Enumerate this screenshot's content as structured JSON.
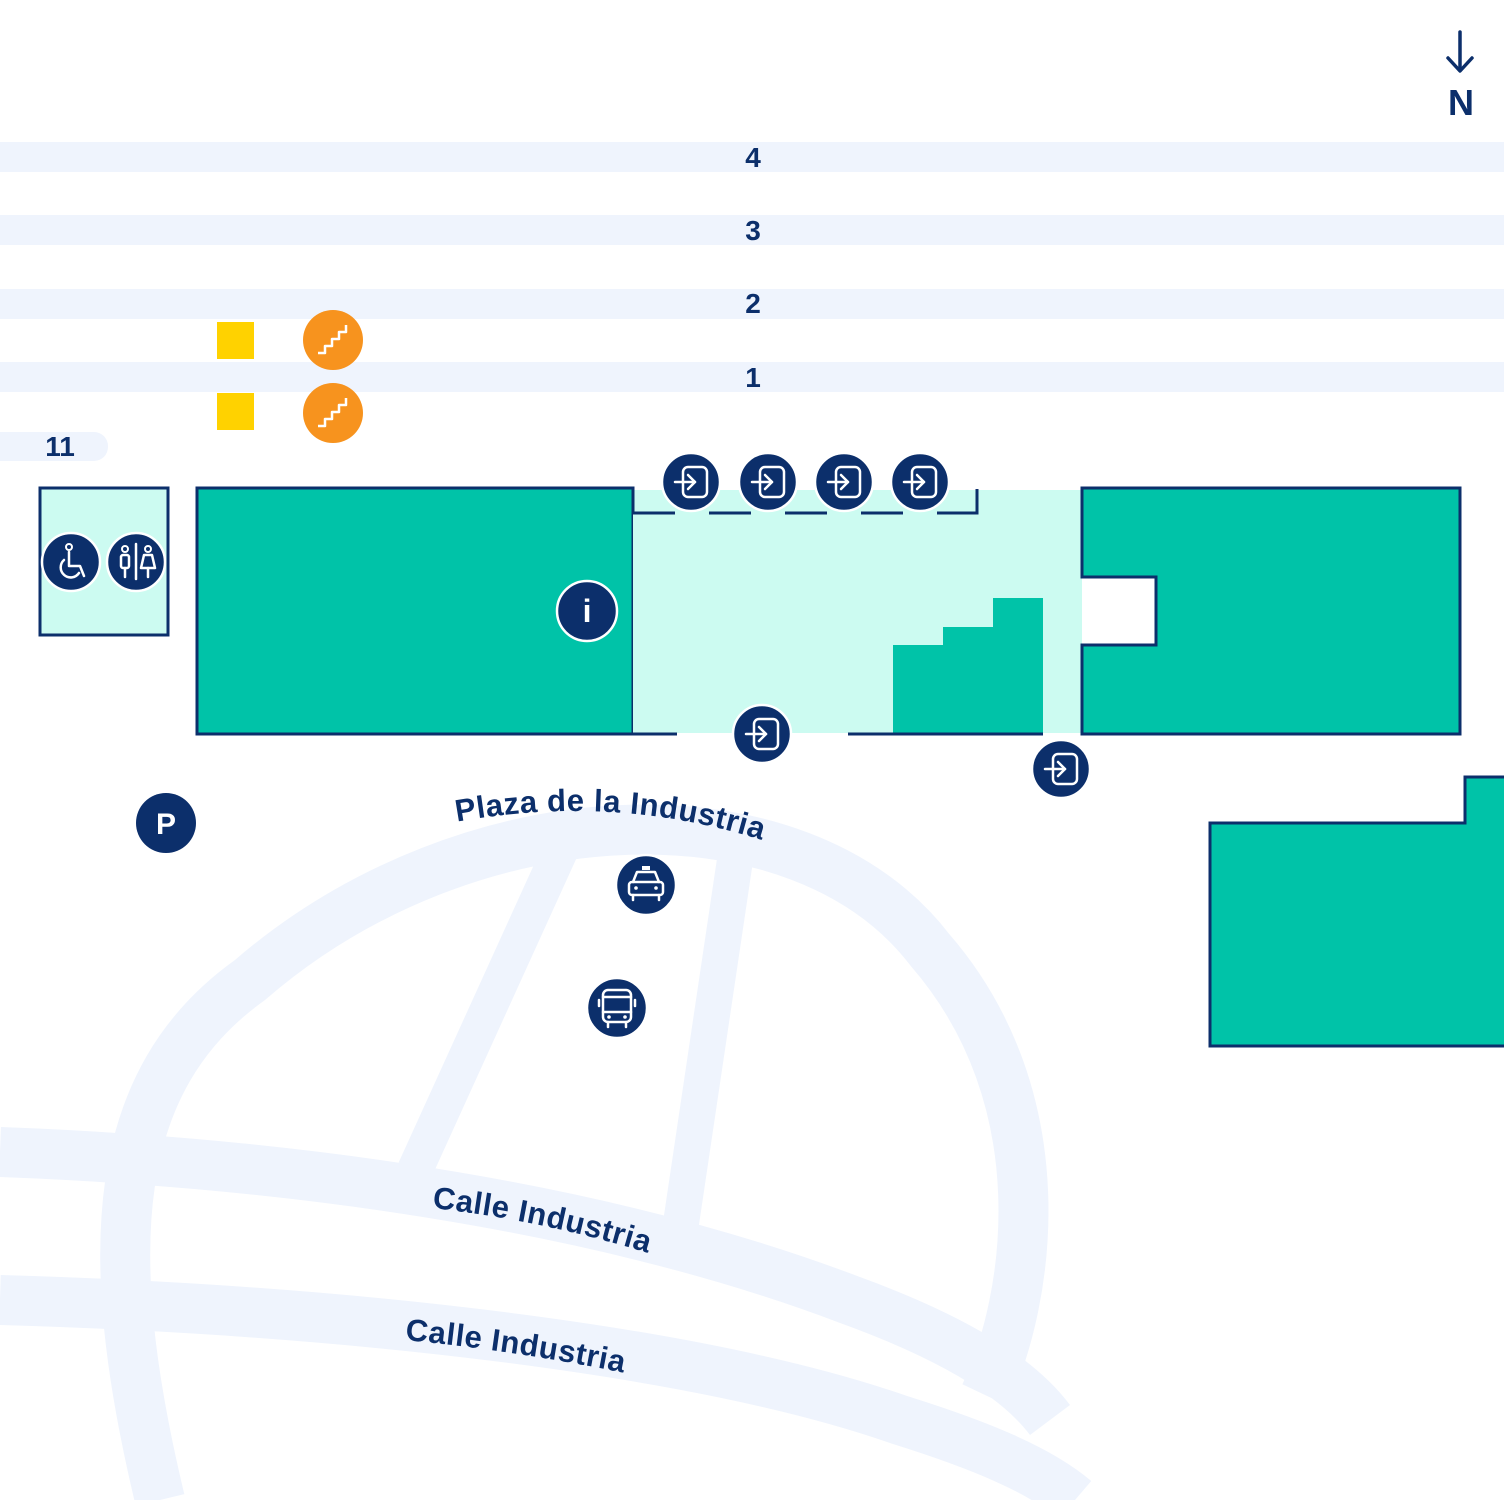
{
  "compass": {
    "label": "N"
  },
  "platforms": [
    {
      "number": "4"
    },
    {
      "number": "3"
    },
    {
      "number": "2"
    },
    {
      "number": "1"
    },
    {
      "number": "11"
    }
  ],
  "streets": {
    "plaza": "Plaza de la Industria",
    "calle_upper": "Calle Industria",
    "calle_lower": "Calle Industria"
  },
  "icons": {
    "entrance": "entrance-icon",
    "information": "information-icon",
    "accessible": "wheelchair-icon",
    "toilets": "toilets-icon",
    "stairs": "stairs-icon",
    "parking": "parking-icon",
    "parking_letter": "P",
    "taxi": "taxi-icon",
    "bus": "bus-icon",
    "info_letter": "i"
  },
  "colors": {
    "building": "#00c3a8",
    "concourse": "#ccfbf1",
    "navy": "#0c2f6b",
    "road": "#eff4fd",
    "stairs": "#f7931e",
    "platform_marker": "#ffd200"
  }
}
